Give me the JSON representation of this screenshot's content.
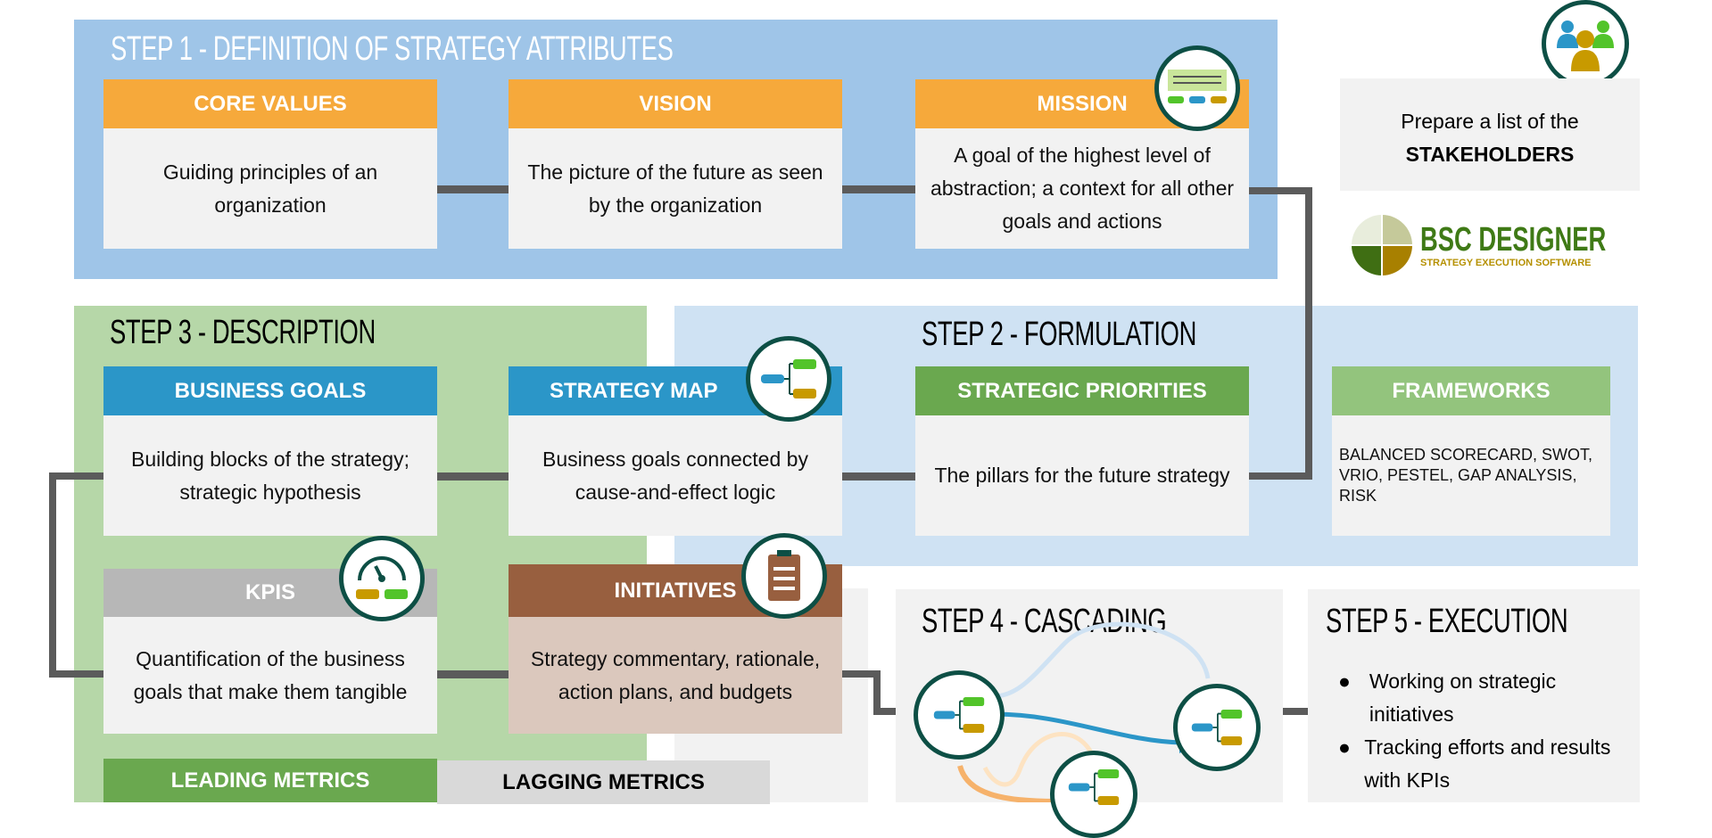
{
  "step1": {
    "title": "STEP 1 - DEFINITION OF STRATEGY ATTRIBUTES",
    "cards": [
      {
        "header": "CORE VALUES",
        "text": "Guiding principles of an organization"
      },
      {
        "header": "VISION",
        "text": "The picture of the future as seen by the organization"
      },
      {
        "header": "MISSION",
        "text": "A goal of the highest level of abstraction; a context for all other goals and actions"
      }
    ]
  },
  "stakeholders": {
    "line1": "Prepare a list of the",
    "line2": "STAKEHOLDERS"
  },
  "logo": {
    "name": "BSC DESIGNER",
    "tagline": "STRATEGY EXECUTION SOFTWARE"
  },
  "step2": {
    "title": "STEP 2 - FORMULATION",
    "priorities": {
      "header": "STRATEGIC PRIORITIES",
      "text": "The pillars for the future strategy"
    },
    "frameworks": {
      "header": "FRAMEWORKS",
      "text": "BALANCED SCORECARD, SWOT, VRIO, PESTEL, GAP ANALYSIS, RISK"
    }
  },
  "step3": {
    "title": "STEP 3 - DESCRIPTION",
    "goals": {
      "header": "BUSINESS GOALS",
      "text": "Building blocks of the strategy; strategic hypothesis"
    },
    "map": {
      "header": "STRATEGY MAP",
      "text": "Business goals connected by cause-and-effect logic"
    },
    "kpis": {
      "header": "KPIS",
      "text": "Quantification of the business goals that make them tangible"
    },
    "initiatives": {
      "header": "INITIATIVES",
      "text": "Strategy commentary, rationale, action plans, and budgets"
    },
    "leading": "LEADING METRICS",
    "lagging": "LAGGING METRICS"
  },
  "step4": {
    "title": "STEP 4 - CASCADING"
  },
  "step5": {
    "title": "STEP 5 - EXECUTION",
    "bullets": [
      "Working on strategic initiatives",
      "Tracking efforts and results with KPIs"
    ]
  },
  "colors": {
    "orange": "#f6a93b",
    "blue": "#2b96c8",
    "green": "#6aa84f",
    "brown": "#985f3f",
    "gray": "#b7b7b7"
  }
}
